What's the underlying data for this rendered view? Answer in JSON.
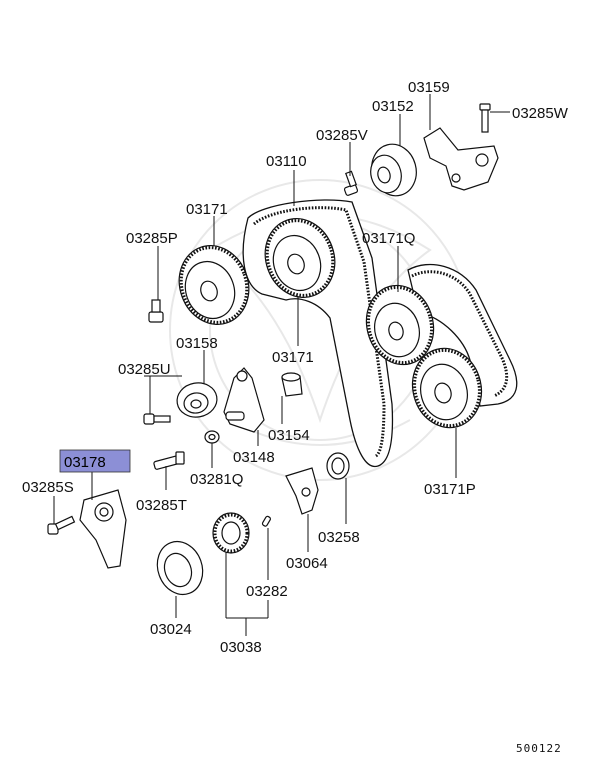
{
  "parts": {
    "p03159": "03159",
    "p03152": "03152",
    "p03285W": "03285W",
    "p03285V": "03285V",
    "p03110": "03110",
    "p03171_top": "03171",
    "p03285P": "03285P",
    "p03171Q": "03171Q",
    "p03171_mid": "03171",
    "p03158": "03158",
    "p03285U": "03285U",
    "p03154": "03154",
    "p03148": "03148",
    "p03178": "03178",
    "p03281Q": "03281Q",
    "p03285S": "03285S",
    "p03285T": "03285T",
    "p03171P": "03171P",
    "p03258": "03258",
    "p03064": "03064",
    "p03282": "03282",
    "p03024": "03024",
    "p03038": "03038"
  },
  "highlight_color": "#8c8fd6",
  "diagram_id": "500122"
}
